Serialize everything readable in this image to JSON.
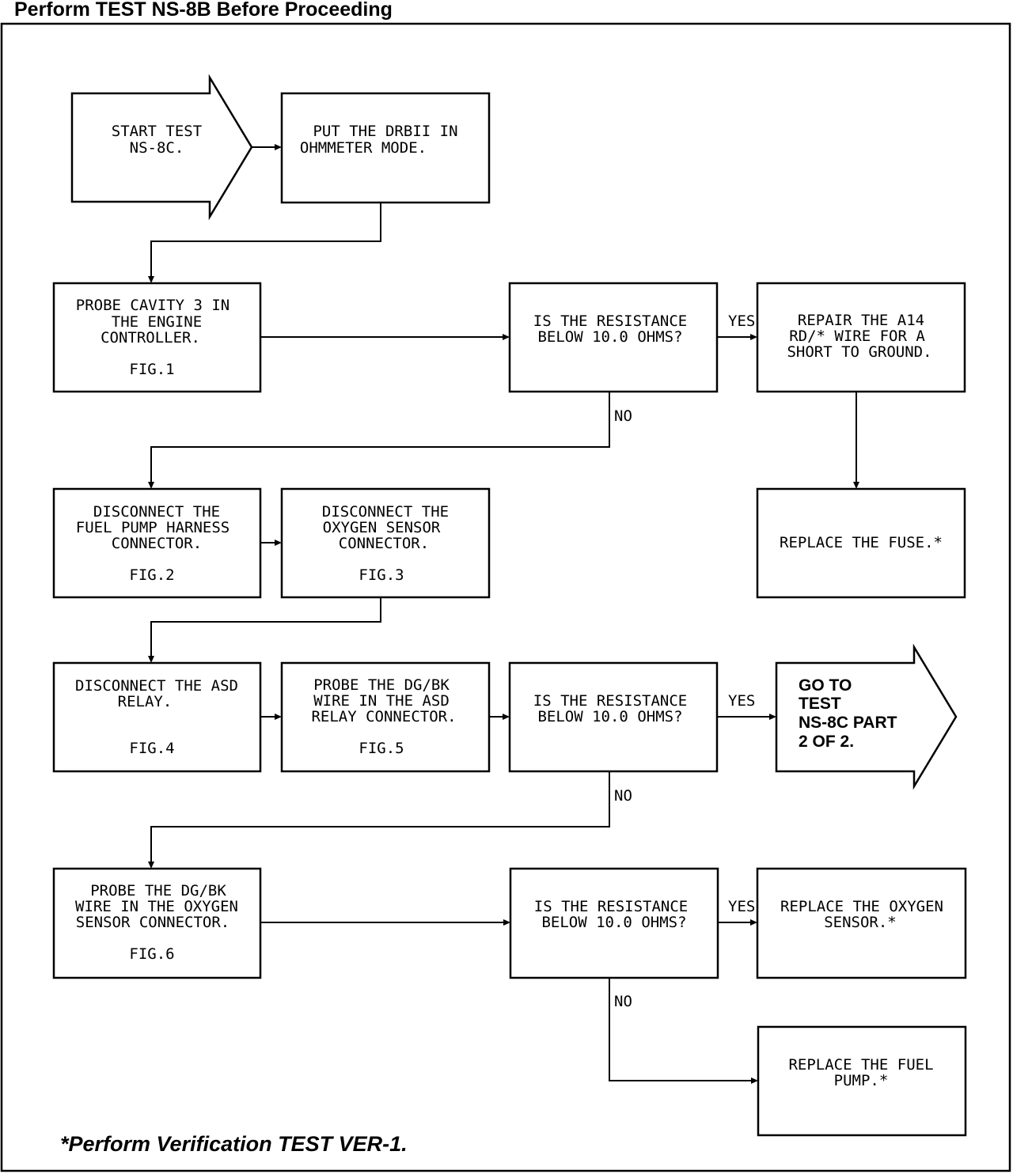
{
  "header": {
    "title": "Perform TEST NS-8B Before Proceeding"
  },
  "footer": {
    "note": "*Perform Verification TEST VER-1."
  },
  "nodes": {
    "start": {
      "lines": [
        "START TEST",
        "NS-8C."
      ]
    },
    "ohmmeter": {
      "lines": [
        "PUT THE DRBII IN",
        "OHMMETER MODE."
      ]
    },
    "probe_cavity": {
      "lines": [
        "PROBE CAVITY 3 IN",
        "THE ENGINE",
        "CONTROLLER."
      ],
      "fig": "FIG.1"
    },
    "q1": {
      "lines": [
        "IS THE RESISTANCE",
        "BELOW 10.0 OHMS?"
      ]
    },
    "repair_a14": {
      "lines": [
        "REPAIR THE A14",
        "RD/* WIRE FOR A",
        "SHORT TO GROUND."
      ]
    },
    "replace_fuse": {
      "lines": [
        "REPLACE THE FUSE.*"
      ]
    },
    "disc_fuel_pump": {
      "lines": [
        "DISCONNECT THE",
        "FUEL PUMP HARNESS",
        "CONNECTOR."
      ],
      "fig": "FIG.2"
    },
    "disc_oxygen": {
      "lines": [
        "DISCONNECT THE",
        "OXYGEN SENSOR",
        "CONNECTOR."
      ],
      "fig": "FIG.3"
    },
    "disc_asd": {
      "lines": [
        "DISCONNECT THE ASD",
        "RELAY."
      ],
      "fig": "FIG.4"
    },
    "probe_asd": {
      "lines": [
        "PROBE THE DG/BK",
        "WIRE IN THE ASD",
        "RELAY CONNECTOR."
      ],
      "fig": "FIG.5"
    },
    "q2": {
      "lines": [
        "IS THE RESISTANCE",
        "BELOW 10.0 OHMS?"
      ]
    },
    "goto_part2": {
      "lines": [
        "GO TO",
        "TEST",
        "NS-8C PART",
        "2 OF 2."
      ]
    },
    "probe_oxygen": {
      "lines": [
        "PROBE THE DG/BK",
        "WIRE IN THE OXYGEN",
        "SENSOR CONNECTOR."
      ],
      "fig": "FIG.6"
    },
    "q3": {
      "lines": [
        "IS THE RESISTANCE",
        "BELOW 10.0 OHMS?"
      ]
    },
    "replace_oxygen": {
      "lines": [
        "REPLACE THE OXYGEN",
        "SENSOR.*"
      ]
    },
    "replace_fuel_pump": {
      "lines": [
        "REPLACE THE FUEL",
        "PUMP.*"
      ]
    }
  },
  "edge_labels": {
    "yes": "YES",
    "no": "NO"
  }
}
